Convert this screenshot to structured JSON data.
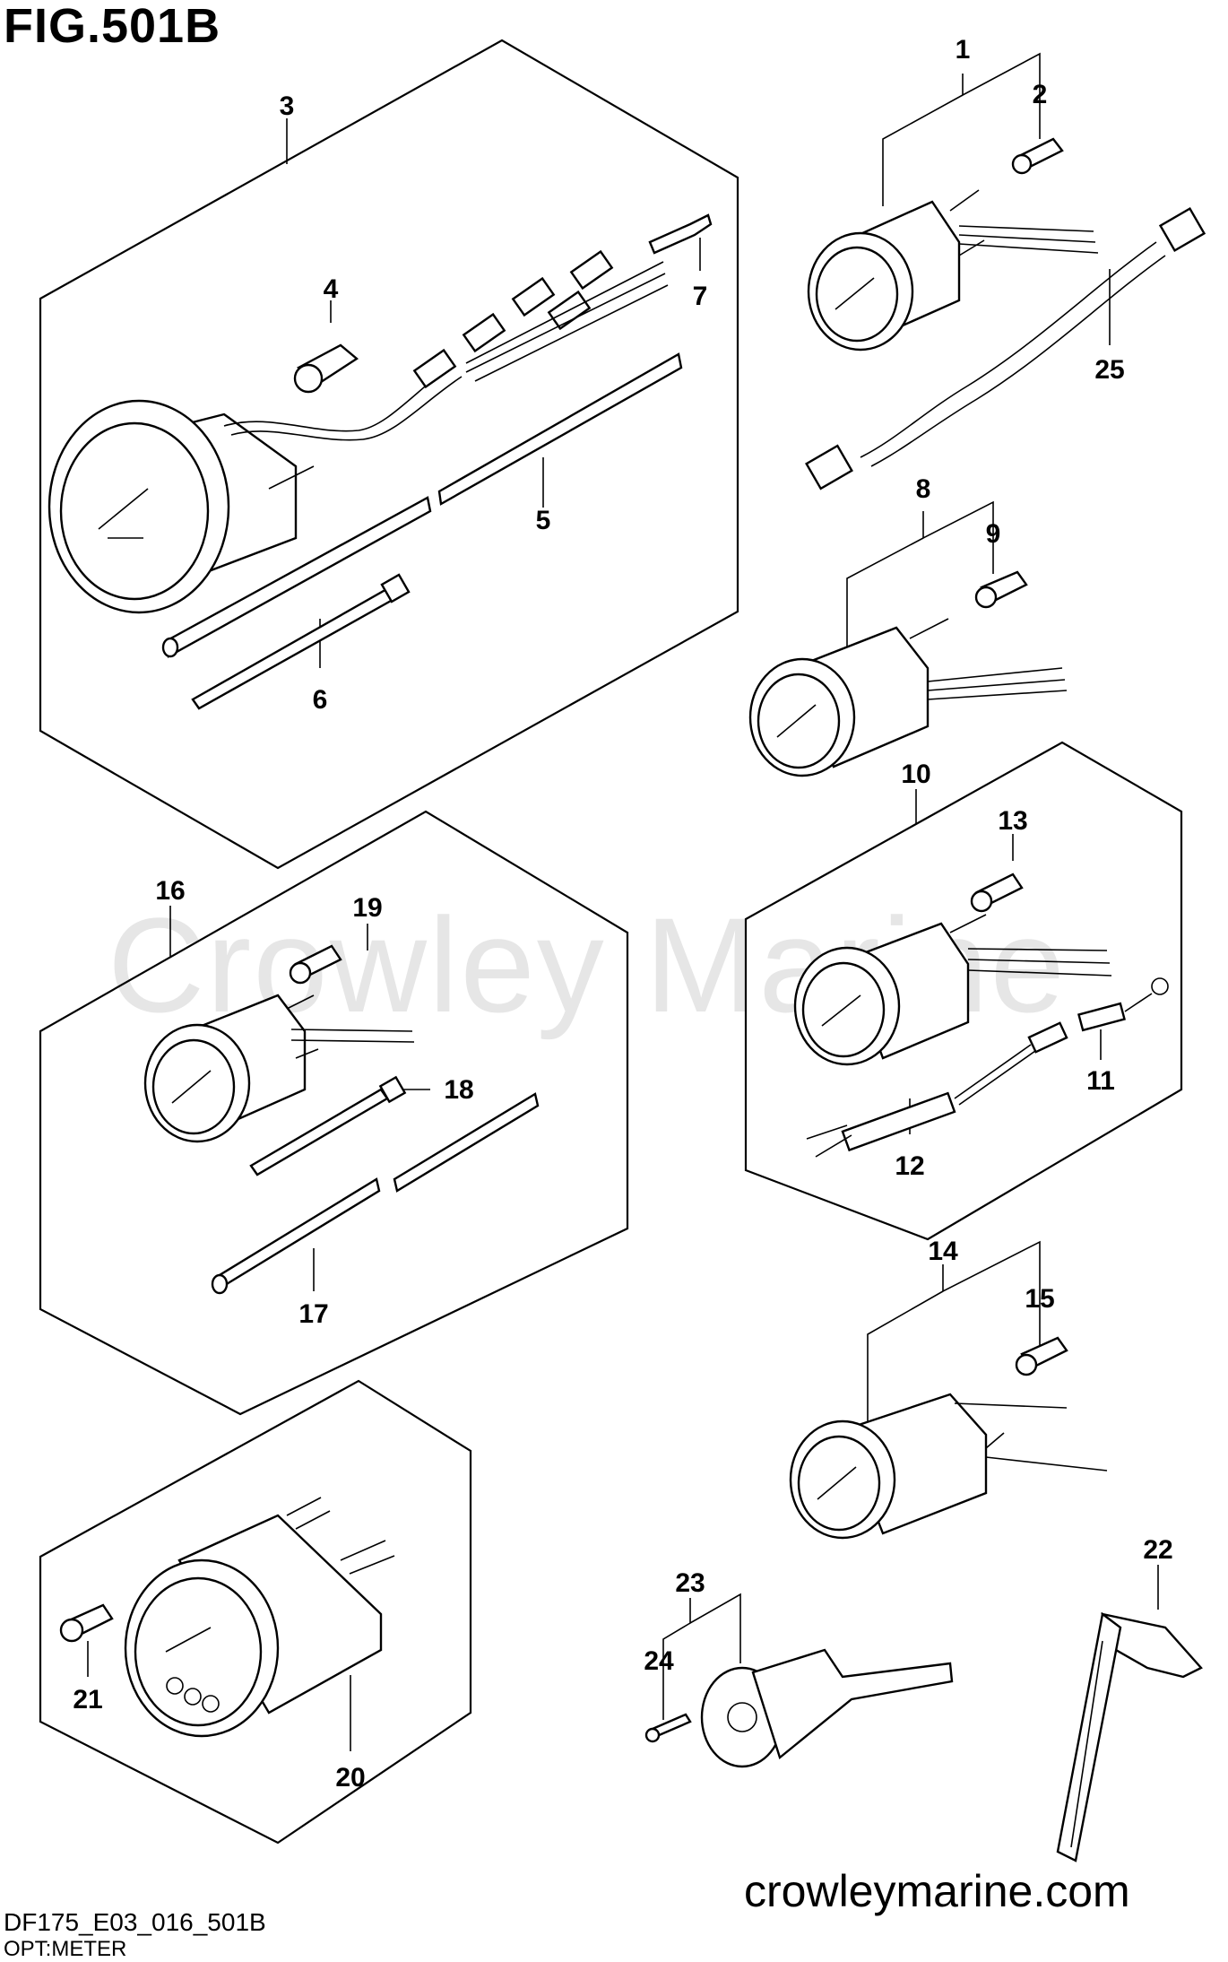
{
  "figure": {
    "title": "FIG.501B",
    "code": "DF175_E03_016_501B",
    "section": "OPT:METER",
    "site": "crowleymarine.com",
    "watermark": "Crowley Marine"
  },
  "callouts": [
    "1",
    "2",
    "3",
    "4",
    "5",
    "6",
    "7",
    "8",
    "9",
    "10",
    "11",
    "12",
    "13",
    "14",
    "15",
    "16",
    "17",
    "18",
    "19",
    "20",
    "21",
    "22",
    "23",
    "24",
    "25"
  ]
}
